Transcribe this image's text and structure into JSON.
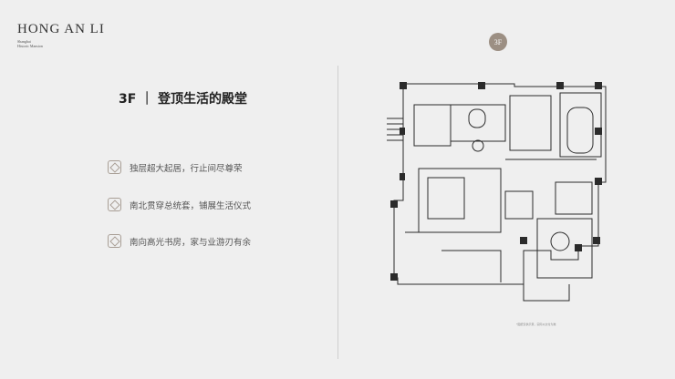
{
  "brand": {
    "title": "HONG AN LI",
    "subtitle_1": "Shanghai",
    "subtitle_2": "Historic Mansion"
  },
  "floor_badge": "3F",
  "heading": "3F ｜ 登顶生活的殿堂",
  "features": [
    {
      "label": "独层超大起居，行止间尽尊荣",
      "icon": "diamond-badge-icon"
    },
    {
      "label": "南北贯穿总统套，铺展生活仪式",
      "icon": "diamond-badge-icon"
    },
    {
      "label": "南向高光书房，家与业游刃有余",
      "icon": "diamond-badge-icon"
    }
  ],
  "footnote": "*图纸仅供示意，实际以交付为准",
  "colors": {
    "background": "#efefef",
    "accent": "#9c8f83",
    "line": "#2b2b2b"
  }
}
